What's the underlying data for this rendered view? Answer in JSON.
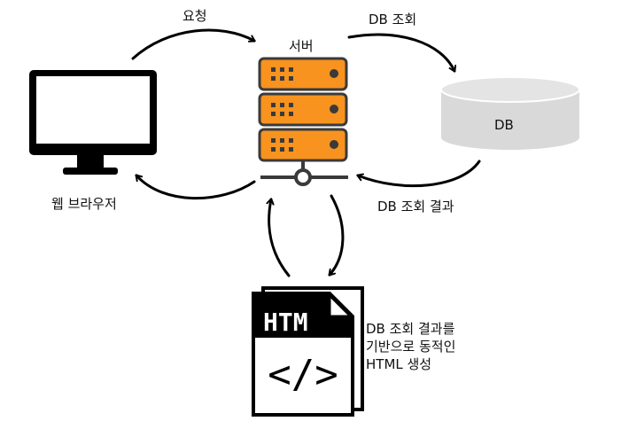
{
  "labels": {
    "request": "요청",
    "server": "서버",
    "db_query": "DB 조회",
    "db": "DB",
    "browser": "웹 브라우저",
    "db_result": "DB 조회 결과",
    "html_gen_line1": "DB 조회 결과를",
    "html_gen_line2": "기반으로 동적인",
    "html_gen_line3": "HTML 생성"
  },
  "icons": {
    "monitor": "monitor-icon",
    "server": "server-rack-icon",
    "database": "database-cylinder-icon",
    "html_file": "html-file-icon"
  },
  "file_icon_text": {
    "header": "HTM",
    "code": "</>"
  },
  "colors": {
    "server_orange": "#F7931E",
    "server_dark": "#3a3a3a",
    "db_fill": "#D9D9D9",
    "stroke": "#000000"
  }
}
